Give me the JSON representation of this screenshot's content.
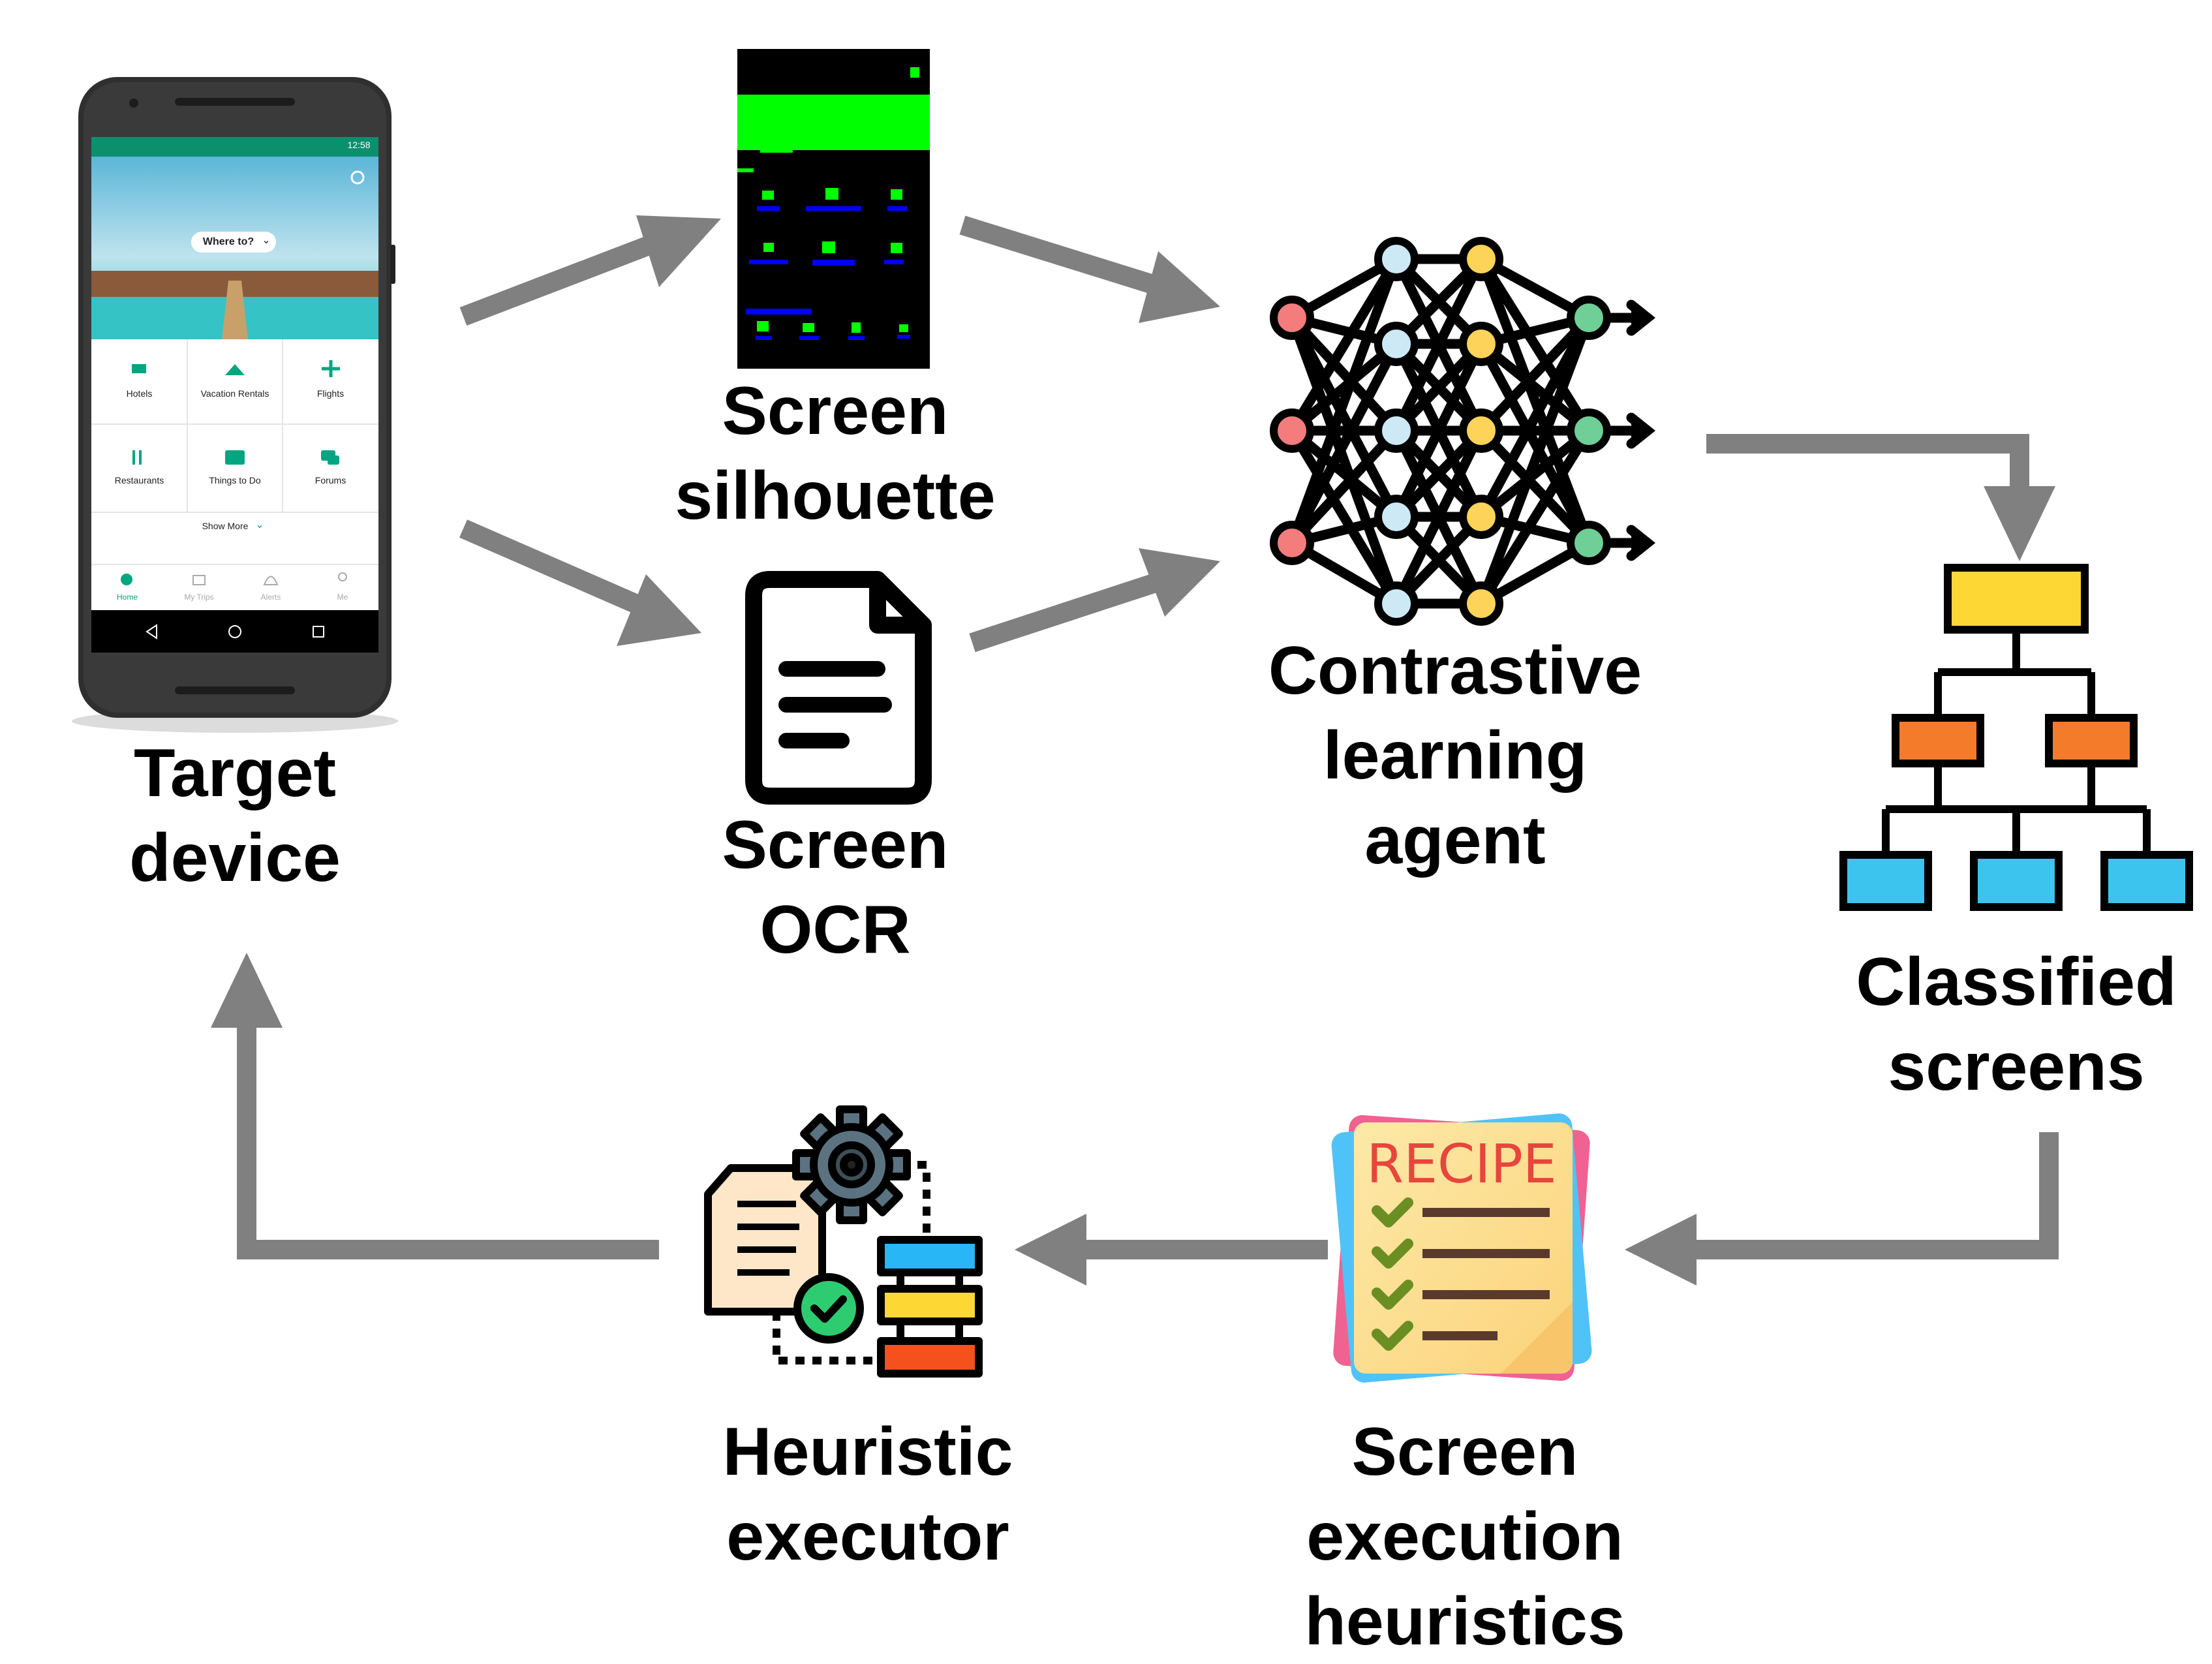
{
  "colors": {
    "arrow": "#808080",
    "silhouette_bg": "#000000",
    "silhouette_green": "#00ff00",
    "silhouette_blue": "#0000ff",
    "node_red": "#f47c7c",
    "node_blue": "#cde9f6",
    "node_yellow": "#fdd35a",
    "node_green": "#6fcf97",
    "tree_yellow": "#fdd835",
    "tree_orange": "#f47b2a",
    "tree_blue": "#3cc3ee",
    "phone_teal": "#00a680"
  },
  "labels": {
    "target_device": [
      "Target",
      "device"
    ],
    "screen_silhouette": [
      "Screen",
      "silhouette"
    ],
    "screen_ocr": [
      "Screen",
      "OCR"
    ],
    "contrastive_agent": [
      "Contrastive",
      "learning",
      "agent"
    ],
    "classified_screens": [
      "Classified",
      "screens"
    ],
    "screen_heuristics": [
      "Screen",
      "execution",
      "heuristics"
    ],
    "heuristic_executor": [
      "Heuristic",
      "executor"
    ]
  },
  "recipe": {
    "title": "RECIPE"
  },
  "phone": {
    "status_time": "12:58",
    "search_pill": "Where to?",
    "tiles": [
      "Hotels",
      "Vacation Rentals",
      "Flights",
      "Restaurants",
      "Things to Do",
      "Forums"
    ],
    "show_more": "Show More",
    "nav": [
      "Home",
      "My Trips",
      "Alerts",
      "Me"
    ]
  },
  "icons": {
    "arrows": "arrow-icon",
    "phone": "smartphone-icon",
    "ocr": "document-icon",
    "agent": "neural-network-icon",
    "classified": "hierarchy-tree-icon",
    "heuristics": "recipe-checklist-icon",
    "executor": "gear-flowchart-icon"
  }
}
